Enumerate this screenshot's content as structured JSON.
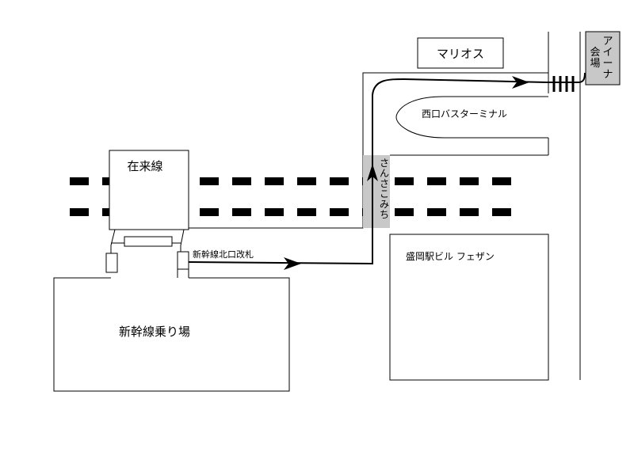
{
  "labels": {
    "mario": "マリオス",
    "venue": "アイーナ会場",
    "west_bus_terminal": "西口バスターミナル",
    "zairaisen": "在来線",
    "sansakomichi": "さんさこみち",
    "station_building": "盛岡駅ビル フェザン",
    "shinkansen_gate": "新幹線北口改札",
    "shinkansen_platform": "新幹線乗り場"
  },
  "colors": {
    "line": "#000000",
    "background": "#ffffff",
    "venue_fill": "#c8c8c8",
    "walkway_fill": "#c8c8c8"
  },
  "icons": {
    "route_arrow": "route-arrow-icon",
    "crosswalk": "crosswalk-icon"
  }
}
